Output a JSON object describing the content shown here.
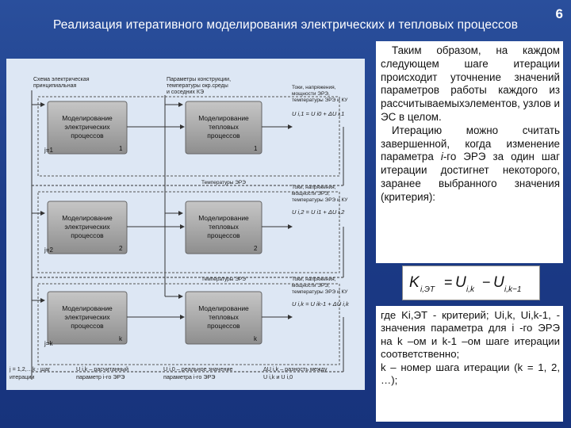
{
  "slide": {
    "title": "Реализация итеративного моделирования электрических и тепловых процессов",
    "number": "6"
  },
  "diagram": {
    "top_labels": {
      "scheme": [
        "Схема электрическая",
        "принципиальная"
      ],
      "params": [
        "Параметры конструкции,",
        "температуры окр.среды",
        "и соседних КЭ"
      ]
    },
    "side_labels": {
      "currents_full": [
        "Токи, напряжения,",
        "мощности ЭРЭ,",
        "температуры ЭРЭ и КУ"
      ],
      "currents_short": [
        "Токи, напряжения,",
        "мощности ЭРЭ,",
        "температуры ЭРЭ и КУ"
      ],
      "temps_label": "Температуры ЭРЭ"
    },
    "formula_1": "U i,1 = U i0 + ΔU i,1",
    "formula_2": "U i,2 = U i1 + ΔU i,2",
    "formula_k": "U i,k = U ik-1 + ΔU i,k",
    "rows": [
      {
        "j": "j=1",
        "elec": [
          "Моделирование",
          "электрических",
          "процессов"
        ],
        "elec_idx": "1",
        "therm": [
          "Моделирование",
          "тепловых",
          "процессов"
        ],
        "therm_idx": "1"
      },
      {
        "j": "j=2",
        "elec": [
          "Моделирование",
          "электрических",
          "процессов"
        ],
        "elec_idx": "2",
        "therm": [
          "Моделирование",
          "тепловых",
          "процессов"
        ],
        "therm_idx": "2"
      },
      {
        "j": "j=k",
        "elec": [
          "Моделирование",
          "электрических",
          "процессов"
        ],
        "elec_idx": "k",
        "therm": [
          "Моделирование",
          "тепловых",
          "процессов"
        ],
        "therm_idx": "k"
      }
    ],
    "legend": {
      "col1": [
        "j = 1,2,…k - шаг",
        "итерации"
      ],
      "col2": [
        "U i,k – расчитанный",
        "параметр i-го ЭРЭ"
      ],
      "col3": [
        "U i,0 – реальное значение",
        "параметра i-го ЭРЭ"
      ],
      "col4": [
        "ΔU i,k – разность между",
        "U i,k и U i,0"
      ]
    }
  },
  "notes": {
    "p1": "Таким образом, на каждом следующем шаге итерации происходит уточнение значений параметров работы каждого из рассчитываемыхэлементов, узлов и ЭС в целом.",
    "p2_prefix": "Итерацию можно считать завершенной, когда изменение параметра ",
    "p2_var": "i",
    "p2_suffix": "-го ЭРЭ за один шаг итерации достигнет некоторого, заранее выбранного значения (критерия):"
  },
  "formula": {
    "lhs": "K",
    "lhs_sub": "i,ЭТ",
    "eq": "=",
    "u": "U",
    "u1_sub": "i,k",
    "minus": "−",
    "u2_sub": "i,k−1"
  },
  "definitions": {
    "d1": "где Ki,ЭТ - критерий; Ui,k, Ui,k-1, - значения параметра для i -го ЭРЭ на k –ом и k-1 –ом шаге итерации соответственно;",
    "d2": "k – номер шага итерации (k = 1, 2, …);"
  }
}
